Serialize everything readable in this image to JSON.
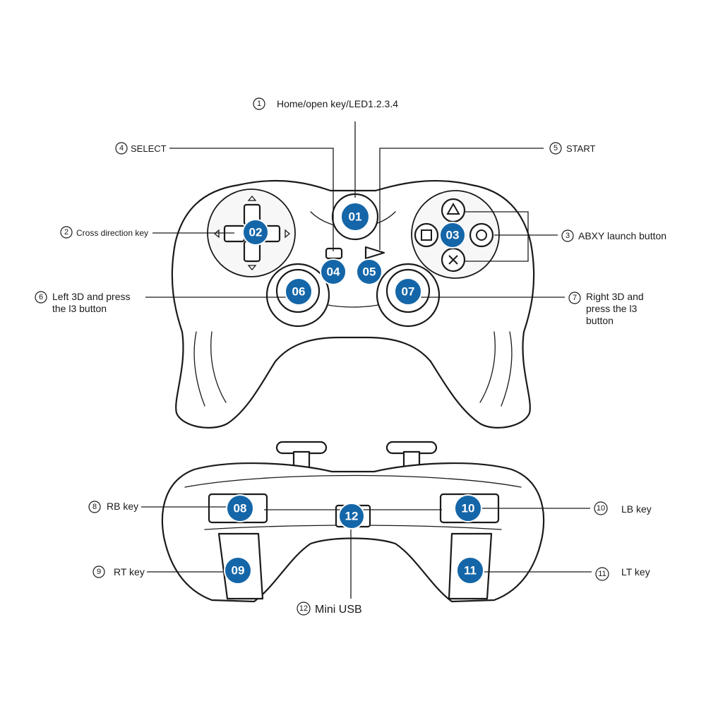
{
  "badges": {
    "b01": "01",
    "b02": "02",
    "b03": "03",
    "b04": "04",
    "b05": "05",
    "b06": "06",
    "b07": "07",
    "b08": "08",
    "b09": "09",
    "b10": "10",
    "b11": "11",
    "b12": "12"
  },
  "callouts": [
    {
      "num": "1",
      "text": "Home/open key/LED1.2.3.4"
    },
    {
      "num": "2",
      "text": "Cross direction key"
    },
    {
      "num": "3",
      "text": "ABXY launch button"
    },
    {
      "num": "4",
      "text": "SELECT"
    },
    {
      "num": "5",
      "text": "START"
    },
    {
      "num": "6",
      "lines": [
        "Left 3D and press",
        "the l3 button"
      ]
    },
    {
      "num": "7",
      "lines": [
        "Right 3D and",
        "press the l3",
        "button"
      ]
    },
    {
      "num": "8",
      "text": "RB key"
    },
    {
      "num": "9",
      "text": "RT key"
    },
    {
      "num": "10",
      "text": "LB key"
    },
    {
      "num": "11",
      "text": "LT key"
    },
    {
      "num": "12",
      "text": "Mini USB"
    }
  ],
  "colors": {
    "badge": "#1466a8",
    "line": "#1a1a1a"
  },
  "icons": [
    "triangle-icon",
    "square-icon",
    "circle-icon",
    "cross-icon",
    "dpad-arrow-icon"
  ]
}
